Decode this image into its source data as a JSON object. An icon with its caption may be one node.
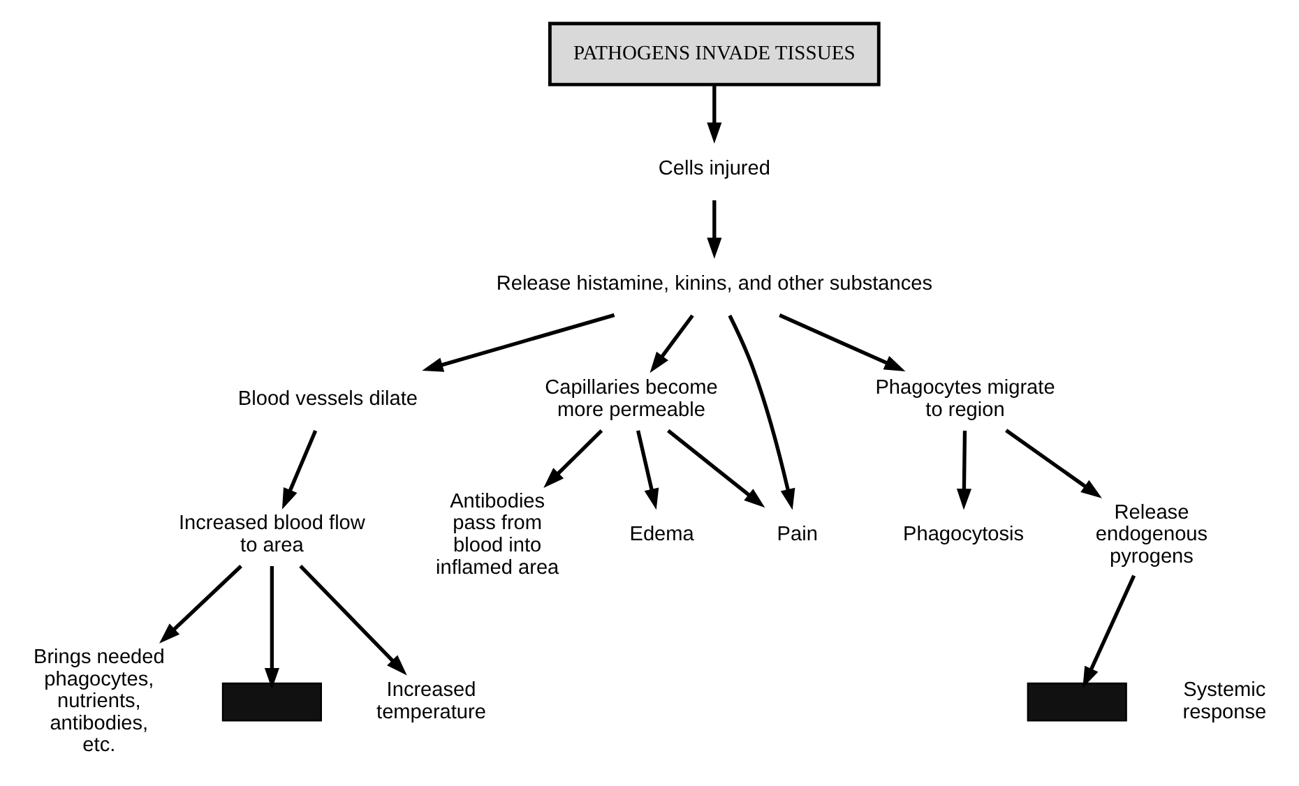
{
  "diagram": {
    "nodes": [
      {
        "text": [
          "PATHOGENS INVADE TISSUES"
        ]
      },
      {
        "text": [
          "Cells injured"
        ]
      },
      {
        "text": [
          "Release histamine, kinins, and other substances"
        ]
      },
      {
        "text": [
          "Blood vessels dilate"
        ]
      },
      {
        "text": [
          "Capillaries become more permeable"
        ]
      },
      {
        "text": [
          "Phagocytes migrate to region"
        ]
      },
      {
        "text": [
          "Increased blood flow to area"
        ]
      },
      {
        "text": [
          "Antibodies pass from blood into inflamed area"
        ]
      },
      {
        "text": [
          "Edema"
        ]
      },
      {
        "text": [
          "Pain"
        ]
      },
      {
        "text": [
          "Phagocytosis"
        ]
      },
      {
        "text": [
          "Brings needed phagocytes, nutrients, antibodies, etc."
        ]
      },
      {
        "text": [],
        "shape": "box"
      },
      {
        "text": [
          "Increased temperature"
        ]
      },
      {
        "text": [
          "Release endogenous pyrogens"
        ]
      },
      {
        "text": [],
        "shape": "box"
      }
    ],
    "edges": [
      {
        "from": 0,
        "to": 1,
        "arrow": "to"
      },
      {
        "from": 1,
        "to": 2,
        "arrow": "to"
      },
      {
        "from": 2,
        "to": 3,
        "arrow": "to"
      },
      {
        "from": 2,
        "to": 4,
        "arrow": "to"
      },
      {
        "from": 2,
        "to": 9,
        "arrow": "to"
      },
      {
        "from": 2,
        "to": 5,
        "arrow": "to"
      },
      {
        "from": 3,
        "to": 6,
        "arrow": "to"
      },
      {
        "from": 4,
        "to": 7,
        "arrow": "to"
      },
      {
        "from": 4,
        "to": 8,
        "arrow": "to"
      },
      {
        "from": 4,
        "to": 9,
        "arrow": "to"
      },
      {
        "from": 5,
        "to": 14,
        "arrow": "to"
      },
      {
        "from": 5,
        "to": 10,
        "arrow": "to"
      },
      {
        "from": 6,
        "to": 11,
        "arrow": "to"
      },
      {
        "from": 6,
        "to": 12,
        "arrow": "to"
      },
      {
        "from": 6,
        "to": 13,
        "arrow": "to"
      },
      {
        "from": 14,
        "to": 15,
        "arrow": "to"
      }
    ],
    "labels": [
      "Systemic response"
    ]
  }
}
